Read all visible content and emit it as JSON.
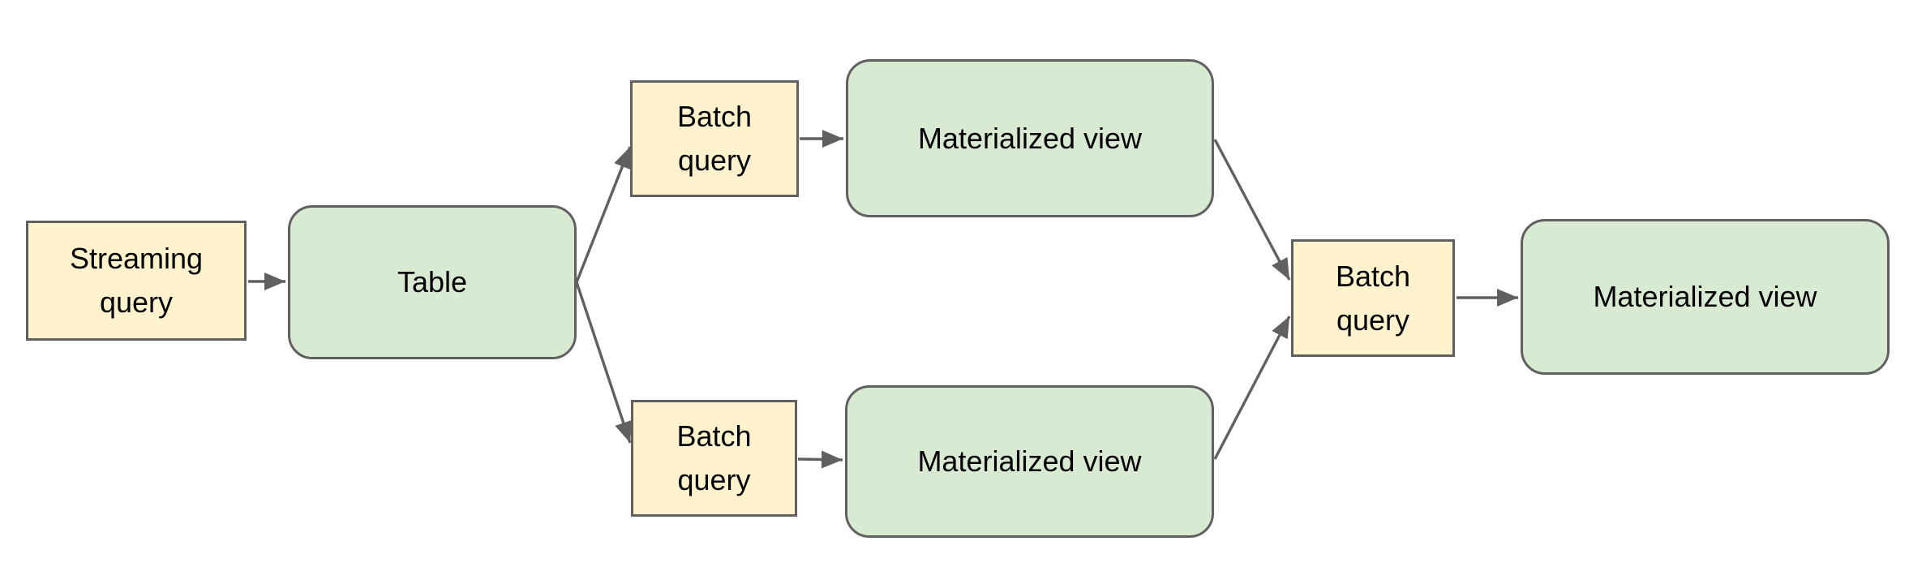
{
  "diagram": {
    "colors": {
      "background": "#ffffff",
      "query-fill": "#fff2cc",
      "data-fill": "#d9ead3",
      "border": "#606060",
      "arrow": "#606060",
      "text": "#000000"
    },
    "nodes": {
      "streaming_query": {
        "label": "Streaming query",
        "type": "query"
      },
      "table": {
        "label": "Table",
        "type": "data"
      },
      "batch_query_top": {
        "label": "Batch query",
        "type": "query"
      },
      "materialized_view_top": {
        "label": "Materialized view",
        "type": "data"
      },
      "batch_query_bottom": {
        "label": "Batch query",
        "type": "query"
      },
      "materialized_view_bottom": {
        "label": "Materialized view",
        "type": "data"
      },
      "batch_query_right": {
        "label": "Batch query",
        "type": "query"
      },
      "materialized_view_final": {
        "label": "Materialized view",
        "type": "data"
      }
    },
    "edges": [
      {
        "from": "streaming_query",
        "to": "table"
      },
      {
        "from": "table",
        "to": "batch_query_top"
      },
      {
        "from": "table",
        "to": "batch_query_bottom"
      },
      {
        "from": "batch_query_top",
        "to": "materialized_view_top"
      },
      {
        "from": "batch_query_bottom",
        "to": "materialized_view_bottom"
      },
      {
        "from": "materialized_view_top",
        "to": "batch_query_right"
      },
      {
        "from": "materialized_view_bottom",
        "to": "batch_query_right"
      },
      {
        "from": "batch_query_right",
        "to": "materialized_view_final"
      }
    ]
  }
}
